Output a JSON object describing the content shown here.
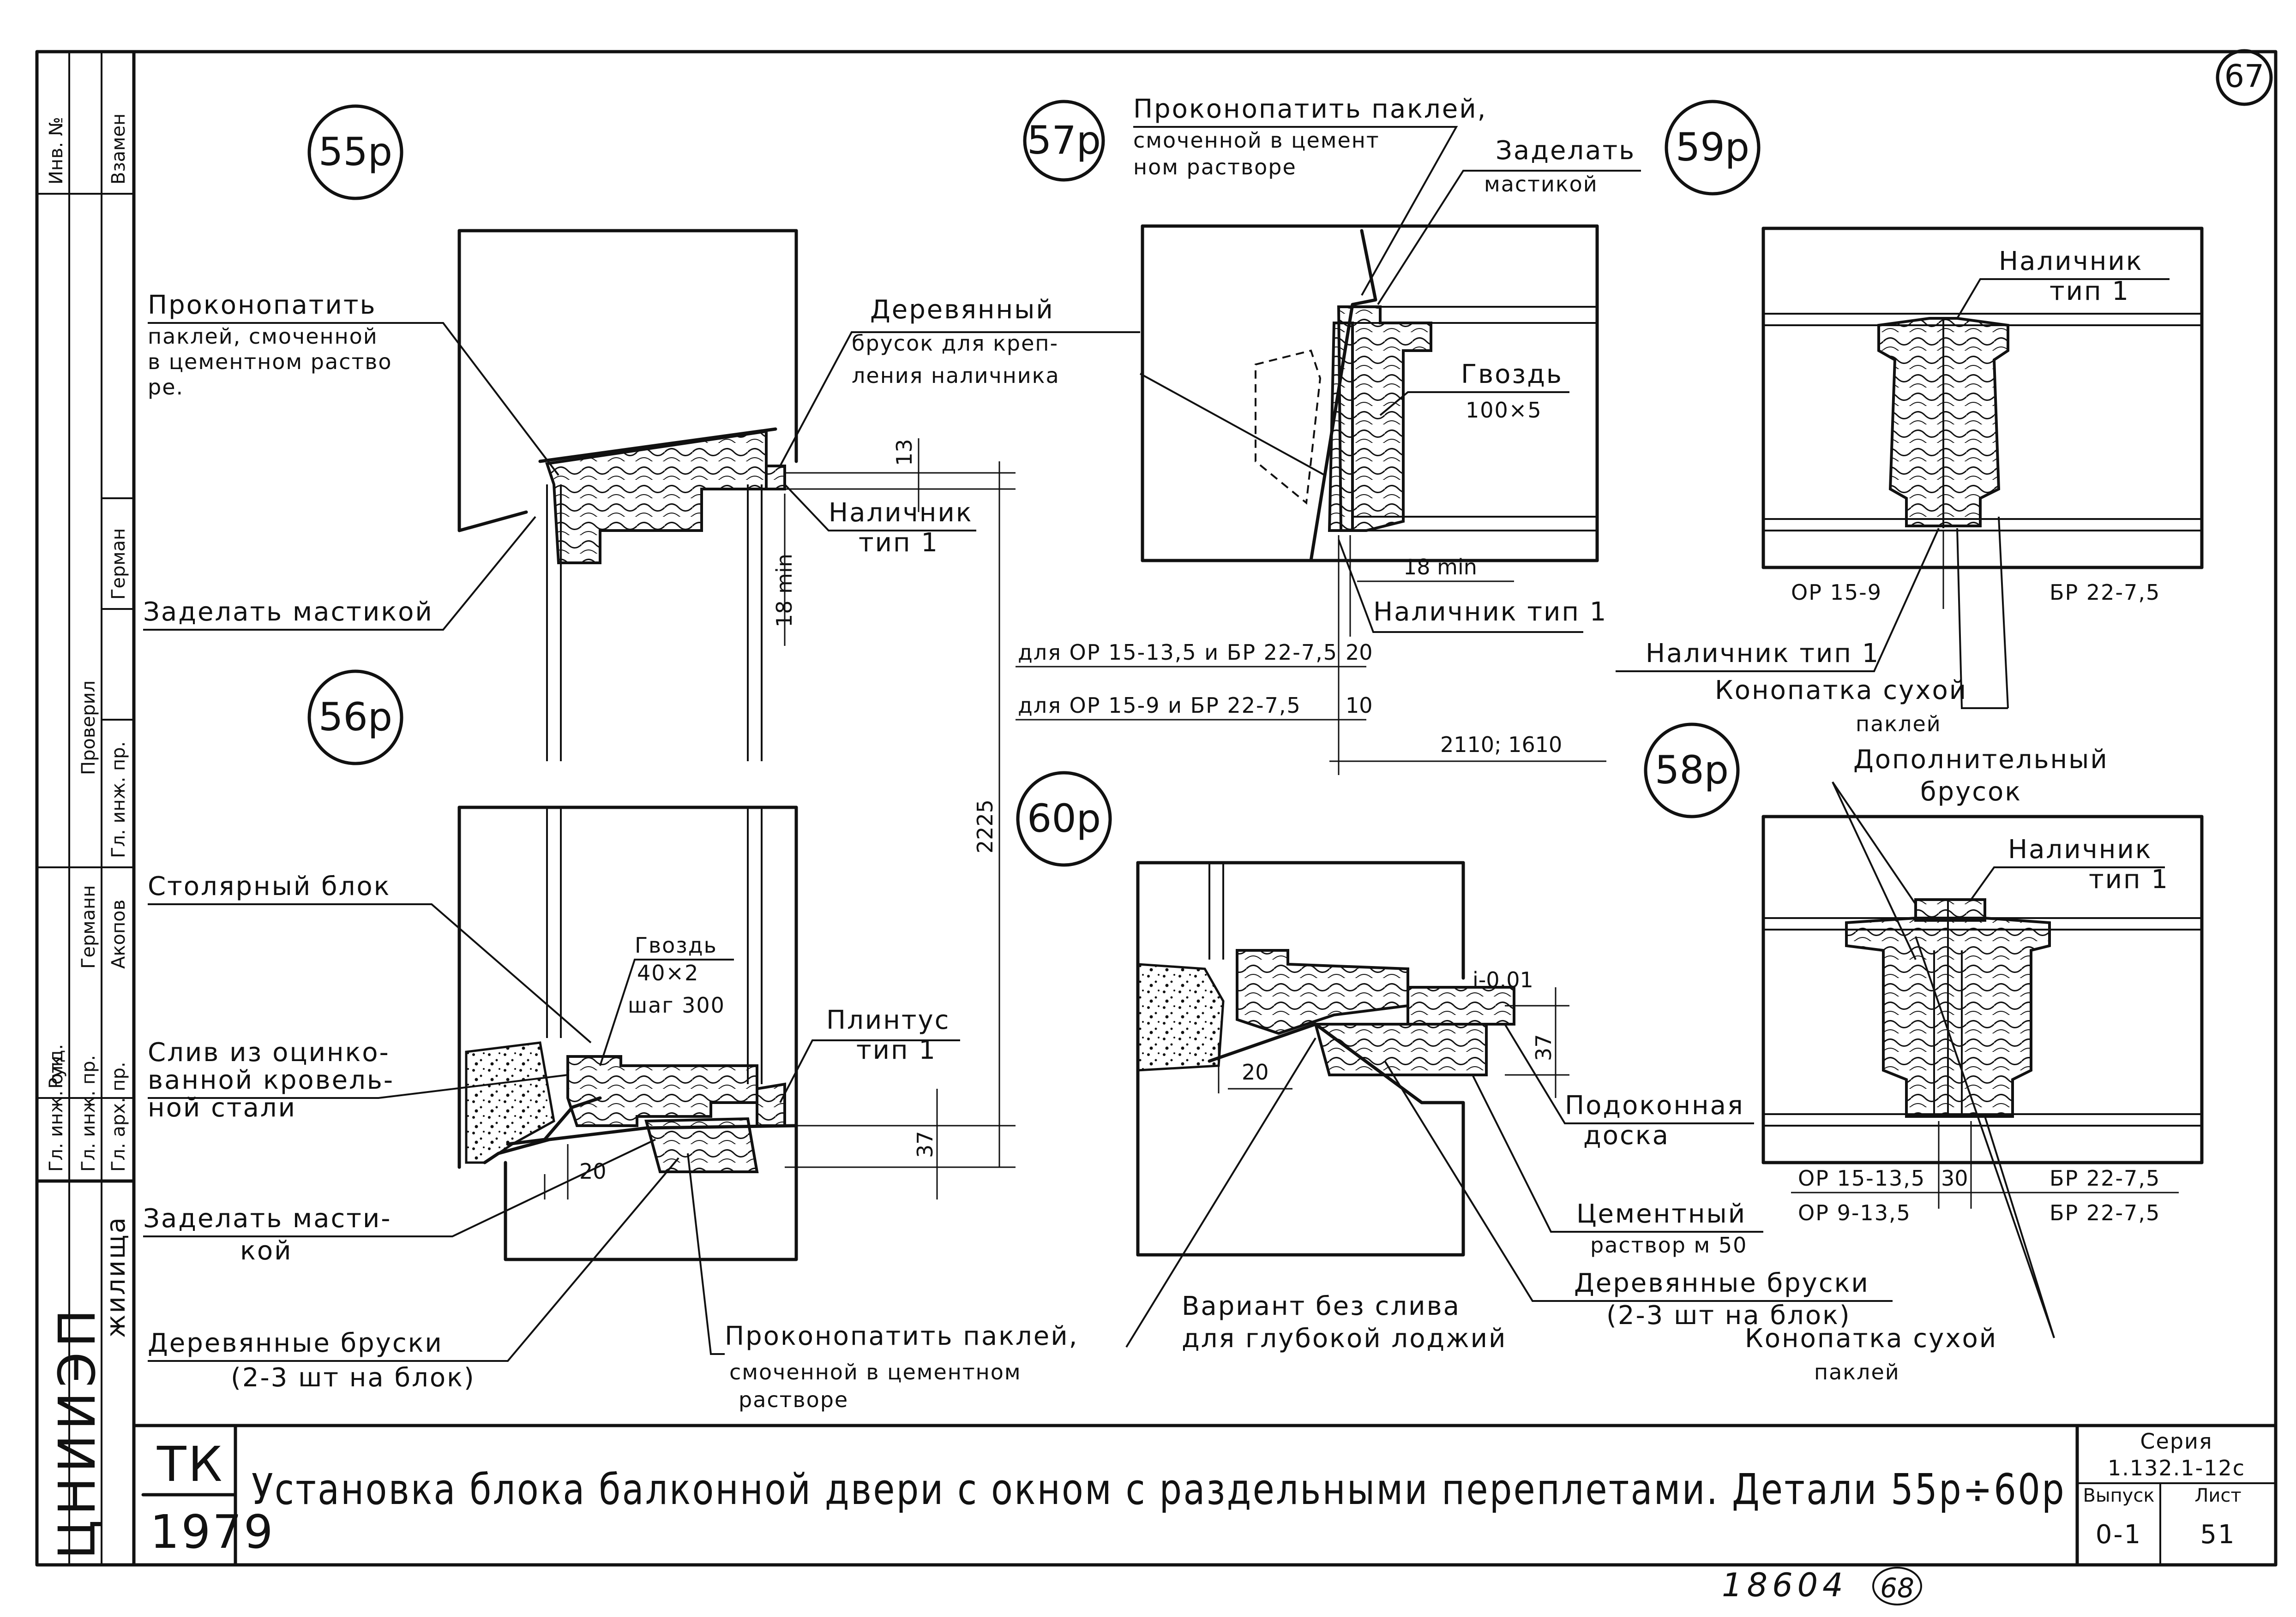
{
  "sheet": {
    "number_badge": "67",
    "series_label": "Серия",
    "series_value": "1.132.1-12с",
    "issue_label": "Выпуск",
    "issue_value": "0-1",
    "sheet_label": "Лист",
    "sheet_value": "51",
    "tk_code": "ТК",
    "year": "1979",
    "title": "Установка блока балконной двери с окном с раздельными переплетами. Детали 55р÷60р",
    "org_stamp": "ЦНИИЭП",
    "org_stamp_sub": "жилища",
    "handwritten_number": "18604",
    "handwritten_circle": "68"
  },
  "side_stamp": {
    "header": [
      "Инв. №",
      "Взамен"
    ],
    "roles": [
      "Гл. инж. отд.",
      "Гл. инж. пр.",
      "Гл. арх. пр.",
      "Рук.",
      "Гл. инж. пр."
    ],
    "names": [
      "Германн",
      "Акопов",
      "Проверил",
      "Герман"
    ]
  },
  "details": {
    "d55": {
      "tag": "55р",
      "labels": {
        "caulk": [
          "Проконопатить",
          "паклей, смоченной",
          "в цементном раство",
          "ре."
        ],
        "mastic": "Заделать мастикой",
        "bar": [
          "Деревянный",
          "брусок для креп-",
          "ления наличника"
        ],
        "casing": [
          "Наличник",
          "тип 1"
        ]
      },
      "dims": {
        "gap": "13",
        "min": "18 min"
      }
    },
    "d56": {
      "tag": "56р",
      "labels": {
        "block": "Столярный блок",
        "nail": [
          "Гвоздь",
          "40×2",
          "шаг 300"
        ],
        "drip": [
          "Слив из оцинко-",
          "ванной кровель-",
          "ной стали"
        ],
        "mastic": [
          "Заделать масти-",
          "кой"
        ],
        "bars": [
          "Деревянные бруски",
          "(2-3 шт на блок)"
        ],
        "caulk": [
          "Проконопатить паклей,",
          "смоченной в цементном",
          "растворе"
        ],
        "plinth": [
          "Плинтус",
          "тип 1"
        ]
      },
      "dims": {
        "offset": "20",
        "base": "37",
        "height": "2225"
      }
    },
    "d57": {
      "tag": "57р",
      "labels": {
        "caulk": [
          "Проконопатить паклей,",
          "смоченной в цемент",
          "ном растворе"
        ],
        "mastic": [
          "Заделать",
          "мастикой"
        ],
        "nail": [
          "Гвоздь",
          "100×5"
        ],
        "casing": "Наличник тип 1"
      },
      "dims": {
        "min": "18 min",
        "row1_label": "для ОР 15-13,5 и БР 22-7,5",
        "row1_value": "20",
        "row2_label": "для ОР 15-9 и БР 22-7,5",
        "row2_value": "10",
        "width": "2110; 1610"
      }
    },
    "d59": {
      "tag": "59р",
      "labels": {
        "casing": [
          "Наличник",
          "тип 1"
        ],
        "casing2": "Наличник тип 1",
        "caulk": [
          "Конопатка сухой",
          "паклей"
        ]
      },
      "marks": {
        "left": "ОР 15-9",
        "right": "БР 22-7,5"
      }
    },
    "d58": {
      "tag": "58р",
      "labels": {
        "bar": [
          "Дополнительный",
          "брусок"
        ],
        "casing": [
          "Наличник",
          "тип 1"
        ],
        "caulk": [
          "Конопатка сухой",
          "паклей"
        ]
      },
      "marks": {
        "left1": "ОР 15-13,5",
        "gap": "30",
        "right1": "БР 22-7,5",
        "left2": "ОР 9-13,5",
        "right2": "БР 22-7,5"
      }
    },
    "d60": {
      "tag": "60р",
      "labels": {
        "sill": [
          "Подоконная",
          "доска"
        ],
        "mortar": [
          "Цементный",
          "раствор м 50"
        ],
        "bars": [
          "Деревянные бруски",
          "(2-3 шт на блок)"
        ],
        "variant": [
          "Вариант без слива",
          "для глубокой лоджий"
        ]
      },
      "dims": {
        "slope": "i-0.01",
        "offset": "20",
        "sill": "37"
      }
    }
  }
}
